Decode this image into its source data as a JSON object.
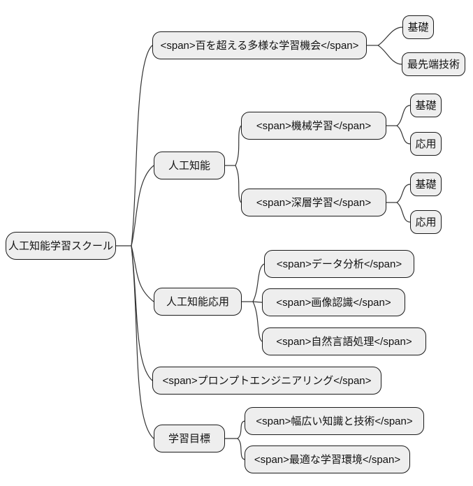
{
  "diagram": {
    "type": "mindmap",
    "background_color": "#ffffff",
    "node_fill": "#eeeeee",
    "node_border_color": "#1a1a1a",
    "edge_color": "#333333",
    "tree": {
      "label": "人工知能学習スクール",
      "children": [
        {
          "label": "<span>百を超える多様な学習機会</span>",
          "children": [
            {
              "label": "基礎"
            },
            {
              "label": "最先端技術"
            }
          ]
        },
        {
          "label": "人工知能",
          "children": [
            {
              "label": "<span>機械学習</span>",
              "children": [
                {
                  "label": "基礎"
                },
                {
                  "label": "応用"
                }
              ]
            },
            {
              "label": "<span>深層学習</span>",
              "children": [
                {
                  "label": "基礎"
                },
                {
                  "label": "応用"
                }
              ]
            }
          ]
        },
        {
          "label": "人工知能応用",
          "children": [
            {
              "label": "<span>データ分析</span>"
            },
            {
              "label": "<span>画像認識</span>"
            },
            {
              "label": "<span>自然言語処理</span>"
            }
          ]
        },
        {
          "label": "<span>プロンプトエンジニアリング</span>"
        },
        {
          "label": "学習目標",
          "children": [
            {
              "label": "<span>幅広い知識と技術</span>"
            },
            {
              "label": "<span>最適な学習環境</span>"
            }
          ]
        }
      ]
    }
  }
}
